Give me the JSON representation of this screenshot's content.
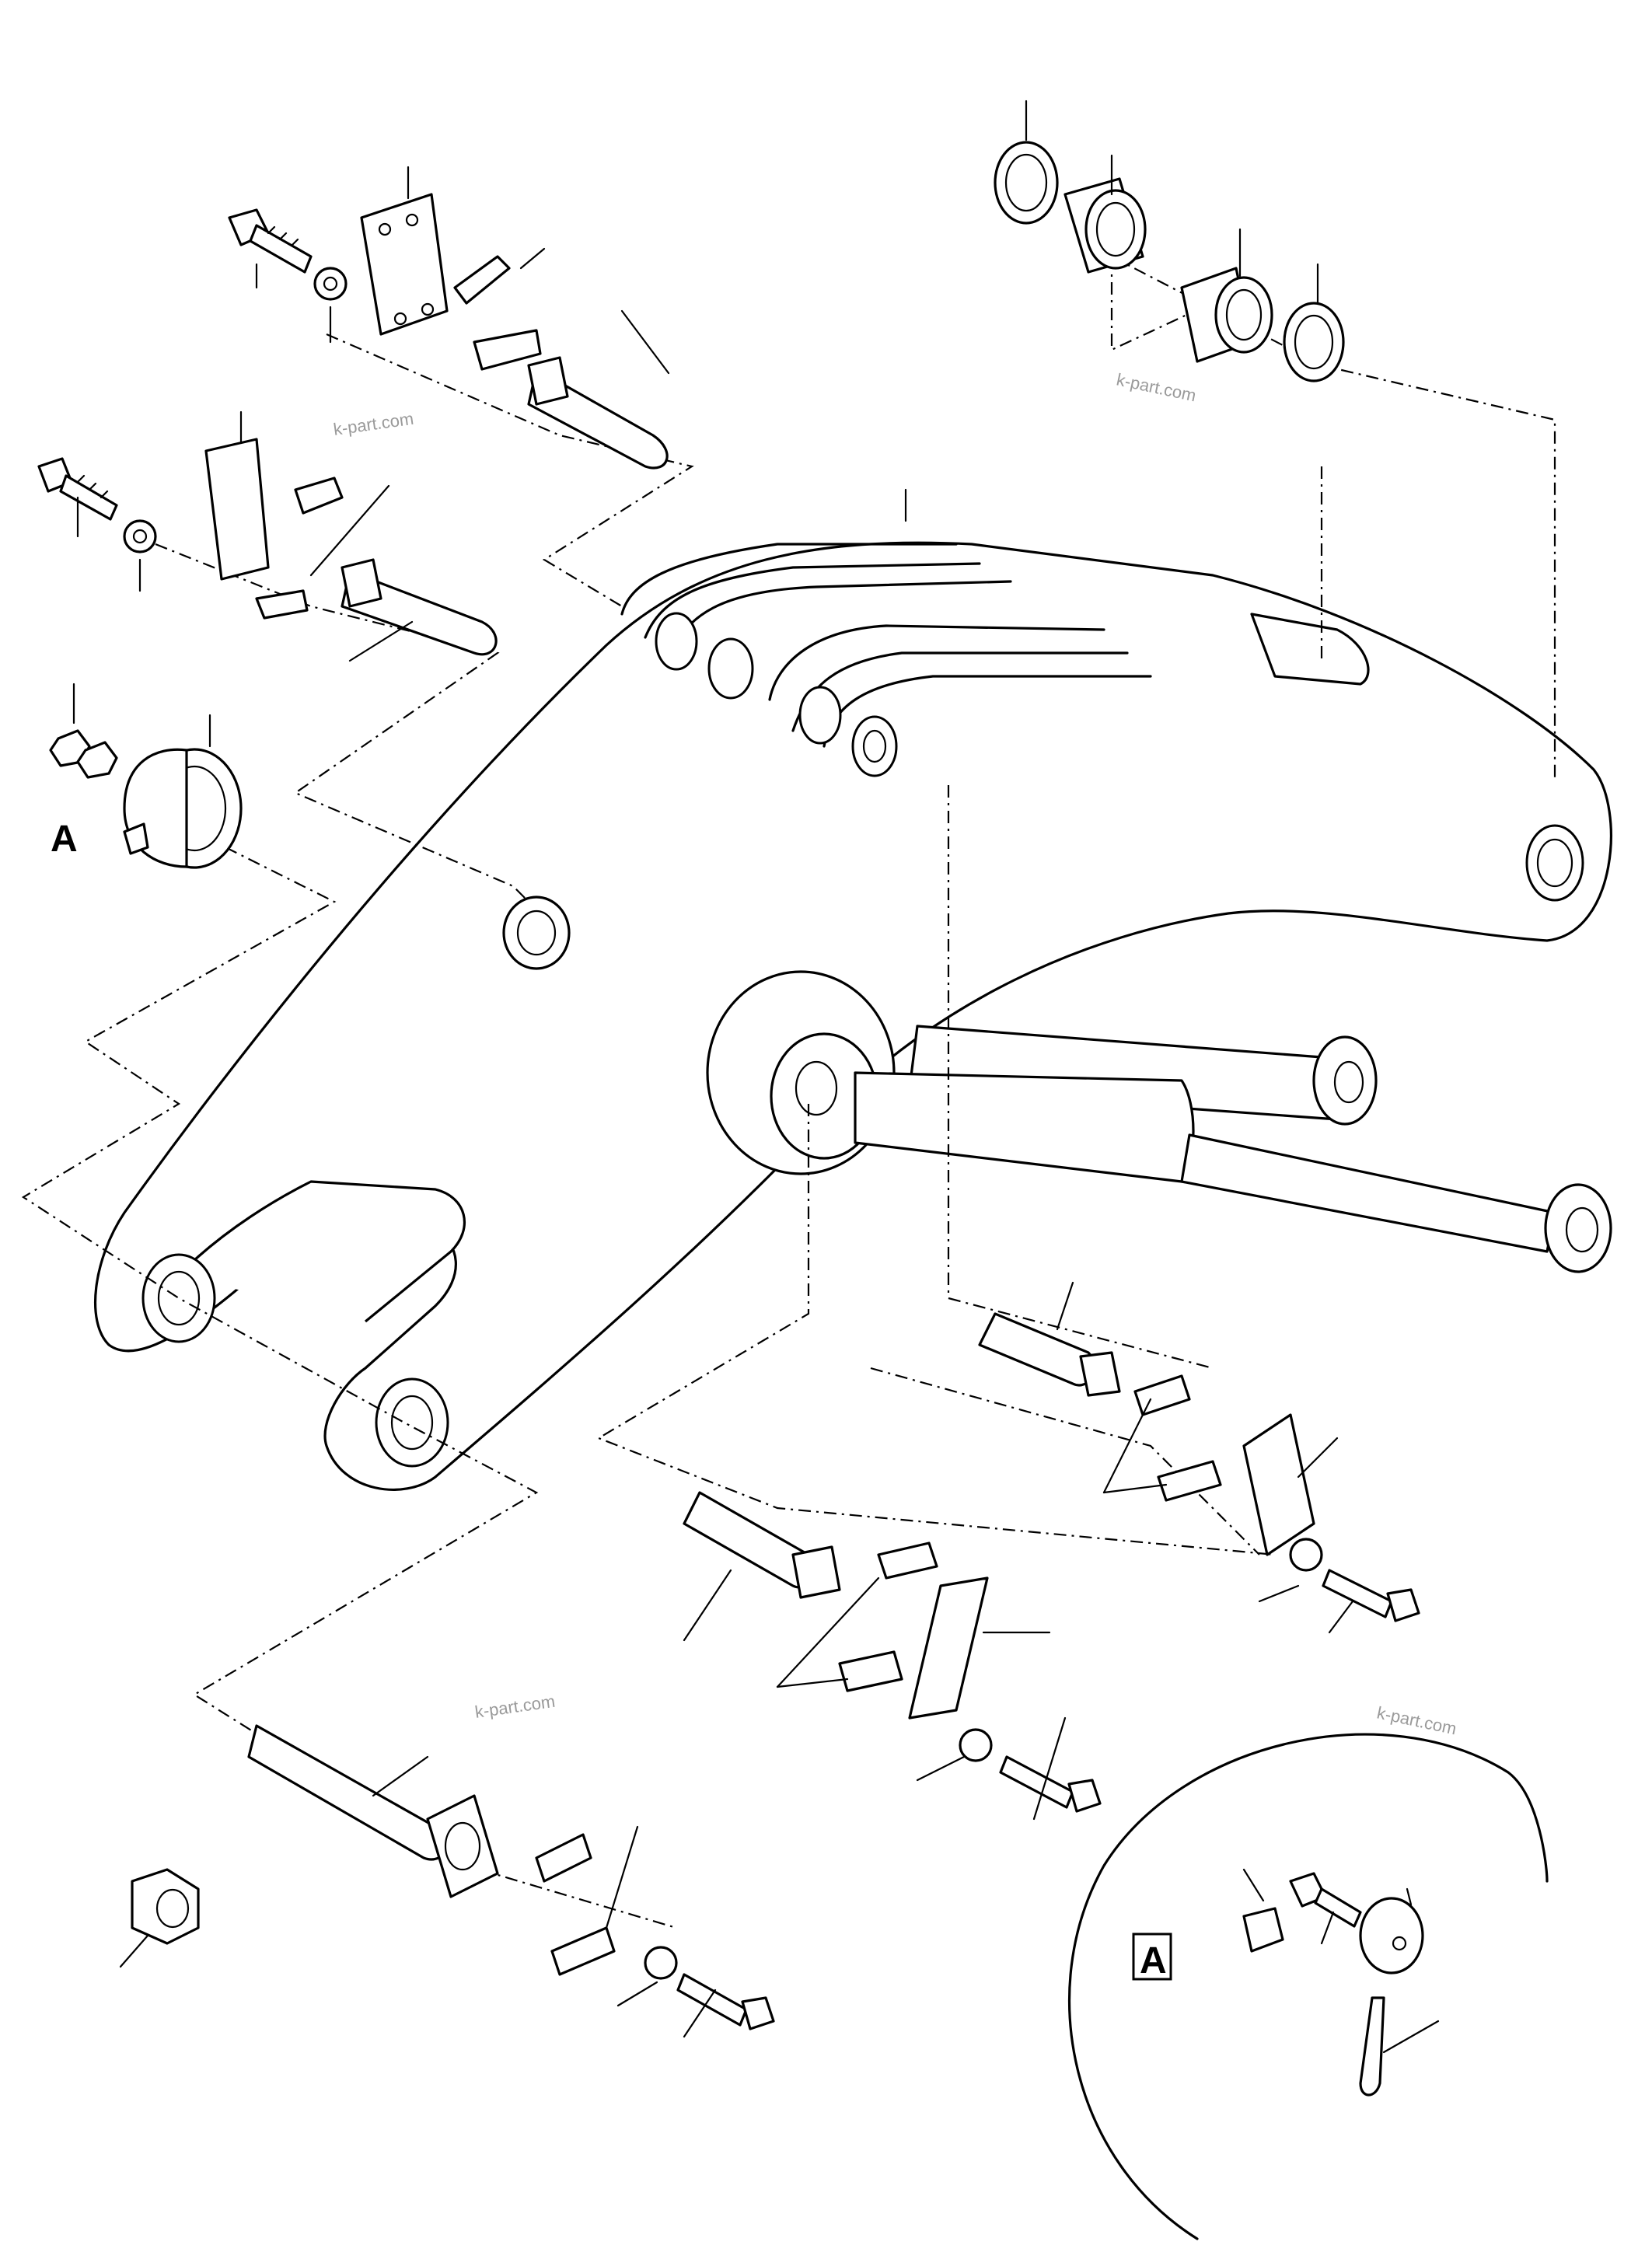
{
  "callouts": {
    "detail_marker": "A",
    "detail_box_label": "A"
  },
  "watermarks": [
    "k-part.com",
    "k-part.com",
    "k-part.com",
    "k-part.com"
  ],
  "colors": {
    "ink": "#000000",
    "paper": "#ffffff",
    "watermark": "#9a9a9a"
  }
}
